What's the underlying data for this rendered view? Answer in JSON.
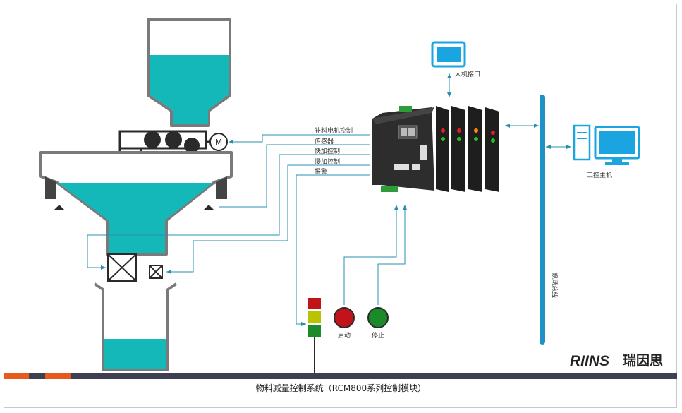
{
  "colors": {
    "material": "#15b8b8",
    "container_stroke": "#7a7a7a",
    "signal": "#2a8fb0",
    "device_dark": "#2a2a2a",
    "bus": "#1e90c8",
    "monitor": "#1aa4e0",
    "light_red": "#c0141a",
    "light_yellow": "#b8c400",
    "light_green": "#1a8a2a",
    "bottom_bar": "#3e3f50",
    "accent_orange": "#e85a1c",
    "logo_red": "#d11f26"
  },
  "icons": {
    "motor": "motor-M-icon",
    "hmi": "monitor-icon",
    "pc": "desktop-pc-icon",
    "valve": "valve-box-icon"
  },
  "labels": {
    "motor_symbol": "M",
    "signal_motor": "补料电机控制",
    "signal_sensor": "传感器",
    "signal_fast": "快加控制",
    "signal_slow": "慢加控制",
    "signal_alarm": "报警",
    "hmi": "人机接口",
    "pc": "工控主机",
    "fieldbus": "现场总线",
    "start": "启动",
    "stop": "停止"
  },
  "logo": {
    "latin": "RIINS",
    "chinese": "瑞因思"
  },
  "caption": "物料减量控制系统（RCM800系列控制模块）"
}
